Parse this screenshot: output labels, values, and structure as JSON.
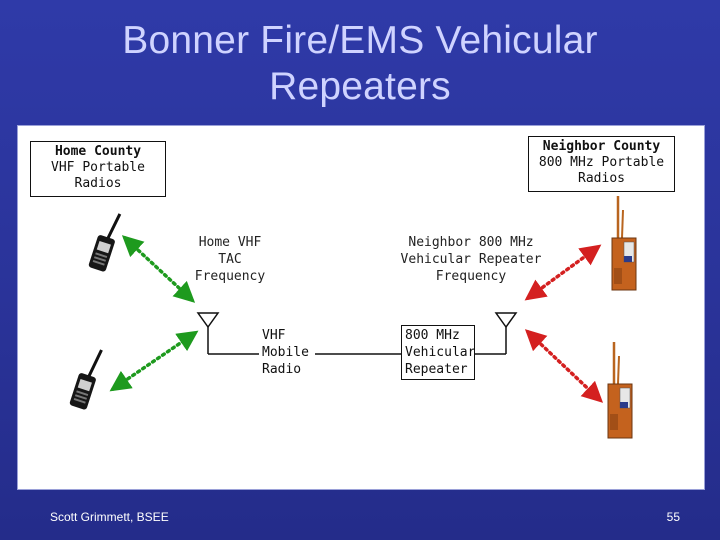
{
  "slide": {
    "title_line1": "Bonner Fire/EMS Vehicular",
    "title_line2": "Repeaters",
    "footer_author": "Scott Grimmett, BSEE",
    "page_number": "55"
  },
  "diagram": {
    "home_county": {
      "heading": "Home County",
      "line1": "VHF Portable",
      "line2": "Radios"
    },
    "neighbor_county": {
      "heading": "Neighbor County",
      "line1": "800 MHz Portable",
      "line2": "Radios"
    },
    "home_frequency": {
      "line1": "Home VHF",
      "line2": "TAC",
      "line3": "Frequency"
    },
    "neighbor_frequency": {
      "line1": "Neighbor 800 MHz",
      "line2": "Vehicular Repeater",
      "line3": "Frequency"
    },
    "vhf_radio": {
      "line1": "VHF",
      "line2": "Mobile",
      "line3": "Radio"
    },
    "repeater": {
      "line1": "800 MHz",
      "line2": "Vehicular",
      "line3": "Repeater"
    },
    "colors": {
      "home_link": "#1e9a1e",
      "neighbor_link": "#d42020",
      "orange_radio": "#c4621e"
    }
  }
}
